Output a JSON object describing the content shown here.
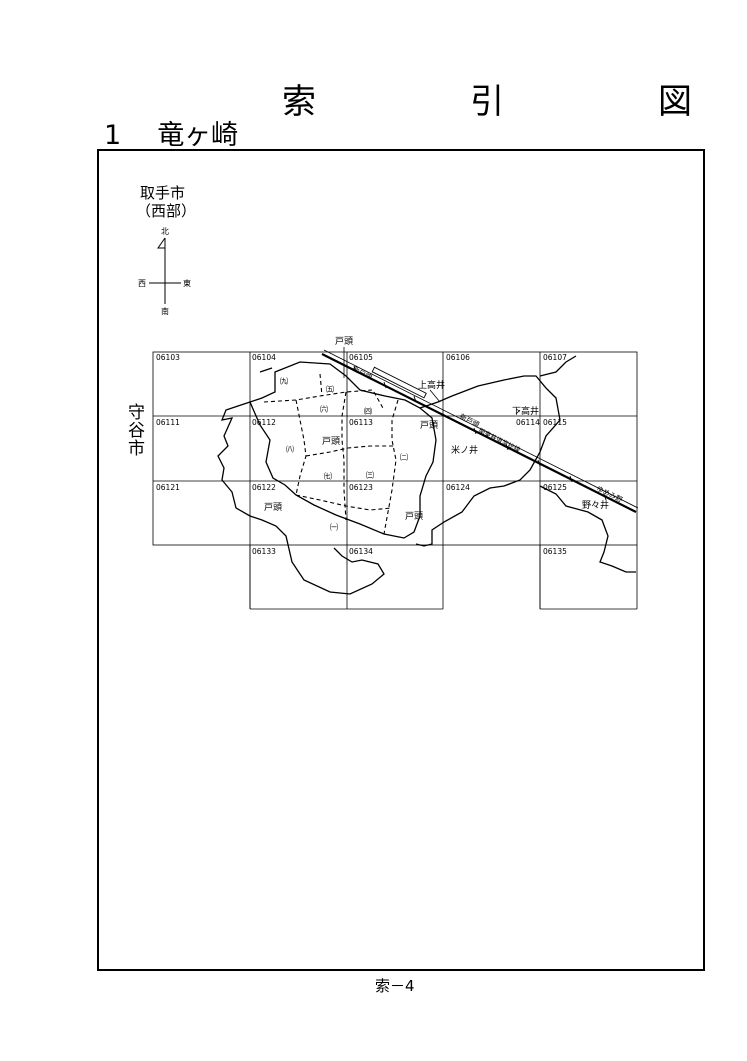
{
  "header": {
    "title": "索　引　図",
    "area_number": "1",
    "area_name": "竜ヶ崎"
  },
  "map": {
    "city_torite": [
      "取手市",
      "（西部）"
    ],
    "city_moriya": [
      "守",
      "谷",
      "市"
    ],
    "compass": {
      "north": "北",
      "south": "南",
      "east": "東",
      "west": "西"
    },
    "grid_cells": [
      {
        "id": "06103"
      },
      {
        "id": "06104"
      },
      {
        "id": "06105"
      },
      {
        "id": "06106"
      },
      {
        "id": "06107"
      },
      {
        "id": "06111"
      },
      {
        "id": "06112"
      },
      {
        "id": "06113"
      },
      {
        "id": "06114"
      },
      {
        "id": "06115"
      },
      {
        "id": "06121"
      },
      {
        "id": "06122"
      },
      {
        "id": "06123"
      },
      {
        "id": "06124"
      },
      {
        "id": "06125"
      },
      {
        "id": "06133"
      },
      {
        "id": "06134"
      },
      {
        "id": "06135"
      }
    ],
    "places": {
      "totou_top": "戸頭",
      "totou_center": "戸頭",
      "totou_east": "戸頭",
      "totou_sw": "戸頭",
      "totou_se": "戸頭",
      "kamitakai": "上高井",
      "shimotakai": "下高井",
      "yonenoi": "米ノ井",
      "nonoi": "野々井"
    },
    "districts": {
      "d1": "㈠",
      "d2": "㈡",
      "d3": "㈢",
      "d4": "㈣",
      "d5": "㈤",
      "d6": "㈥",
      "d7": "㈦",
      "d8": "㈧",
      "d9": "㈨"
    },
    "stations": {
      "totou_station": "新戸頭",
      "yumemino": "ゆめみ野"
    },
    "railway": "関東鉄道常総線"
  },
  "footer": {
    "page": "索－4"
  }
}
